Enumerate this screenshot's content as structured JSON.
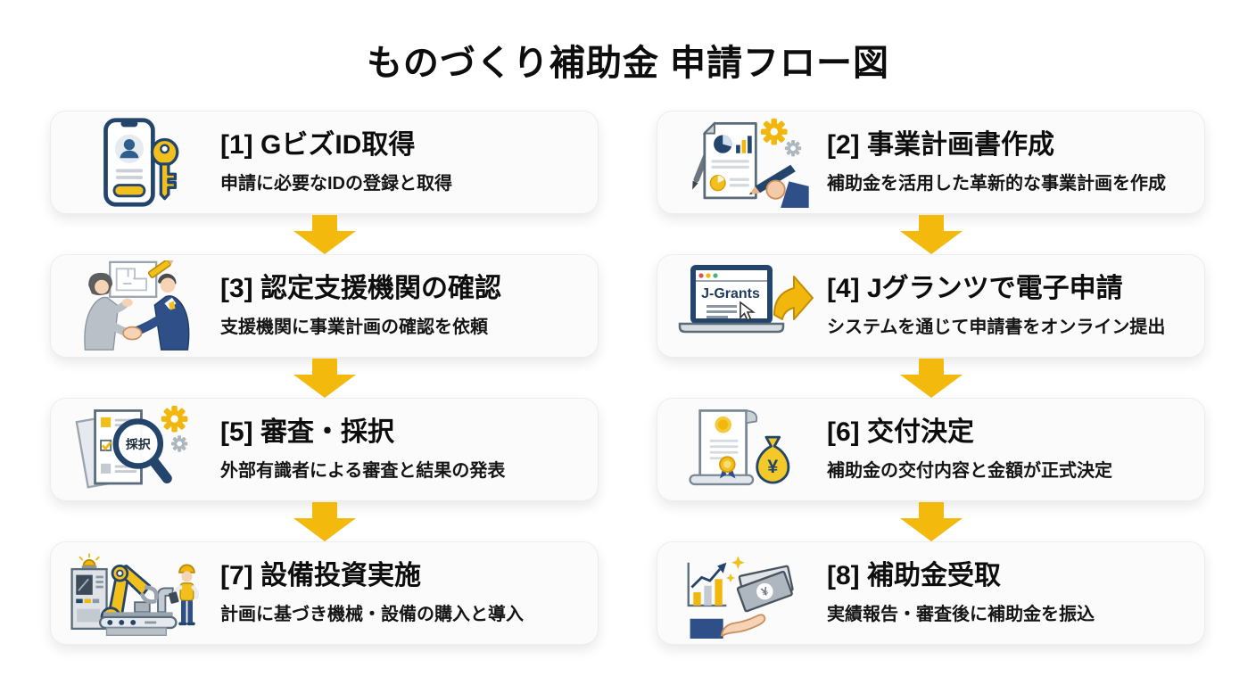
{
  "title": "ものづくり補助金 申請フロー図",
  "colors": {
    "accent_yellow": "#F3B90D",
    "navy": "#24456B",
    "card_background": "#FBFBFB",
    "page_background": "#FFFFFF"
  },
  "steps": [
    {
      "number": "1",
      "title": "[1] GビズID取得",
      "subtitle": "申請に必要なIDの登録と取得",
      "icon": "phone-id-key-icon"
    },
    {
      "number": "2",
      "title": "[2] 事業計画書作成",
      "subtitle": "補助金を活用した革新的な事業計画を作成",
      "icon": "business-plan-writing-icon"
    },
    {
      "number": "3",
      "title": "[3] 認定支援機関の確認",
      "subtitle": "支援機関に事業計画の確認を依頼",
      "icon": "handshake-meeting-icon"
    },
    {
      "number": "4",
      "title": "[4] Jグランツで電子申請",
      "subtitle": "システムを通じて申請書をオンライン提出",
      "icon": "jgrants-laptop-icon"
    },
    {
      "number": "5",
      "title": "[5] 審査・採択",
      "subtitle": "外部有識者による審査と結果の発表",
      "icon": "review-magnifier-icon"
    },
    {
      "number": "6",
      "title": "[6] 交付決定",
      "subtitle": "補助金の交付内容と金額が正式決定",
      "icon": "certificate-moneybag-icon"
    },
    {
      "number": "7",
      "title": "[7] 設備投資実施",
      "subtitle": "計画に基づき機械・設備の購入と導入",
      "icon": "factory-equipment-icon"
    },
    {
      "number": "8",
      "title": "[8] 補助金受取",
      "subtitle": "実績報告・審査後に補助金を振込",
      "icon": "subsidy-receive-icon"
    }
  ],
  "icon_text": {
    "jgrants_screen": "J-Grants",
    "magnifier_label": "採択",
    "yen_symbol": "¥"
  }
}
